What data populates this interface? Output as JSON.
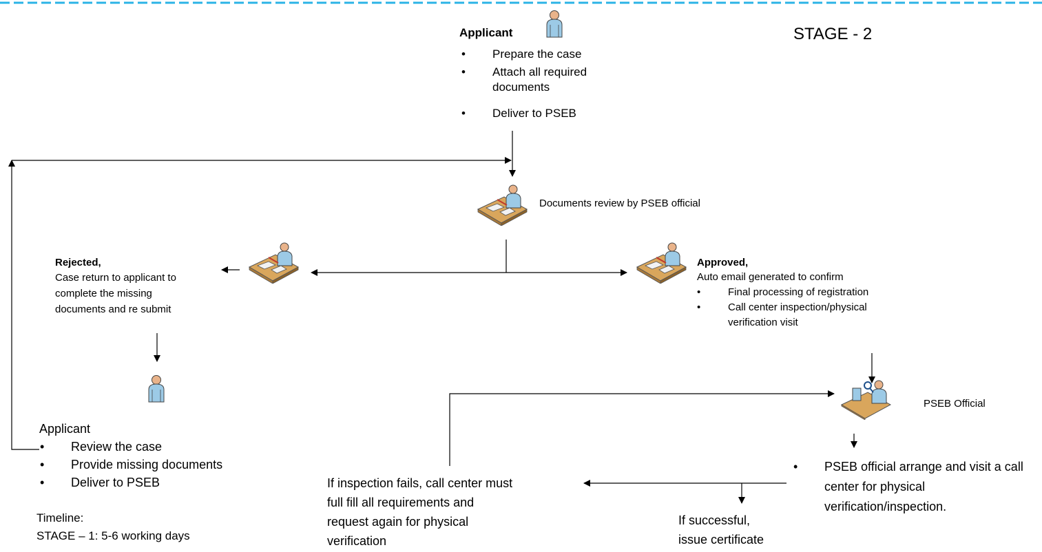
{
  "stage_label": "STAGE - 2",
  "top_applicant": {
    "title": "Applicant",
    "items": [
      "Prepare the case",
      "Attach all required documents",
      "Deliver to PSEB"
    ]
  },
  "review_label": "Documents review by PSEB official",
  "rejected": {
    "title": "Rejected,",
    "text": [
      "Case return to applicant to",
      "complete the missing",
      "documents and re submit"
    ]
  },
  "approved": {
    "title": "Approved,",
    "text": "Auto email generated to confirm",
    "items": [
      "Final processing of registration",
      "Call center inspection/physical verification visit"
    ]
  },
  "pseb_official_label": "PSEB  Official",
  "bottom_applicant": {
    "title": "Applicant",
    "items": [
      "Review the case",
      "Provide missing documents",
      "Deliver to PSEB"
    ]
  },
  "pseb_visit": "PSEB official arrange and visit a call center for physical verification/inspection.",
  "inspection_fails": [
    "If inspection fails, call center must",
    "full fill all requirements and",
    "request again for physical",
    "verification"
  ],
  "successful": [
    "If successful,",
    "issue certificate"
  ],
  "timeline": {
    "title": "Timeline:",
    "stage1": "STAGE – 1:  5-6 working days"
  },
  "icons": [
    "person-icon",
    "desk-worker-icon",
    "inspector-icon"
  ]
}
